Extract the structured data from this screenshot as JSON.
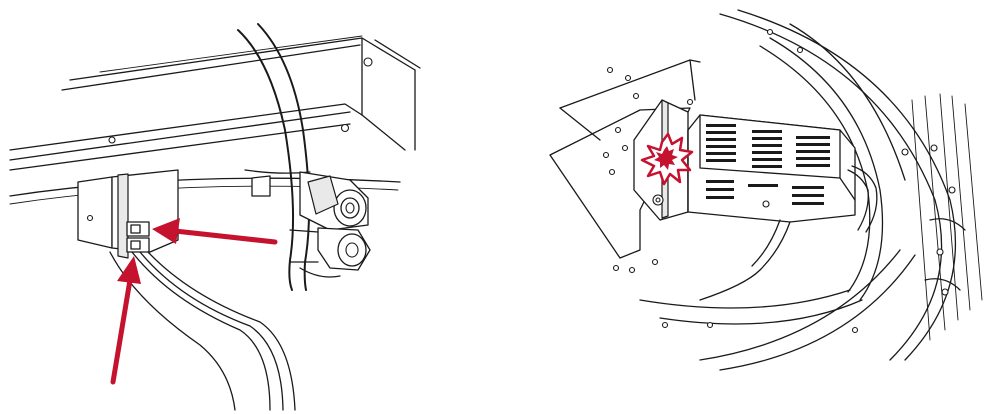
{
  "figure": {
    "panels": [
      {
        "id": "left",
        "description_name": "sensor-connector-view"
      },
      {
        "id": "right",
        "description_name": "heater-module-view"
      }
    ],
    "colors": {
      "line": "#1a1a1a",
      "arrow": "#c4122f",
      "burst_fill": "#ffffff",
      "burst_stroke": "#c4122f",
      "background": "#ffffff"
    },
    "callouts": {
      "arrow_count": 2,
      "burst_count": 1
    }
  }
}
